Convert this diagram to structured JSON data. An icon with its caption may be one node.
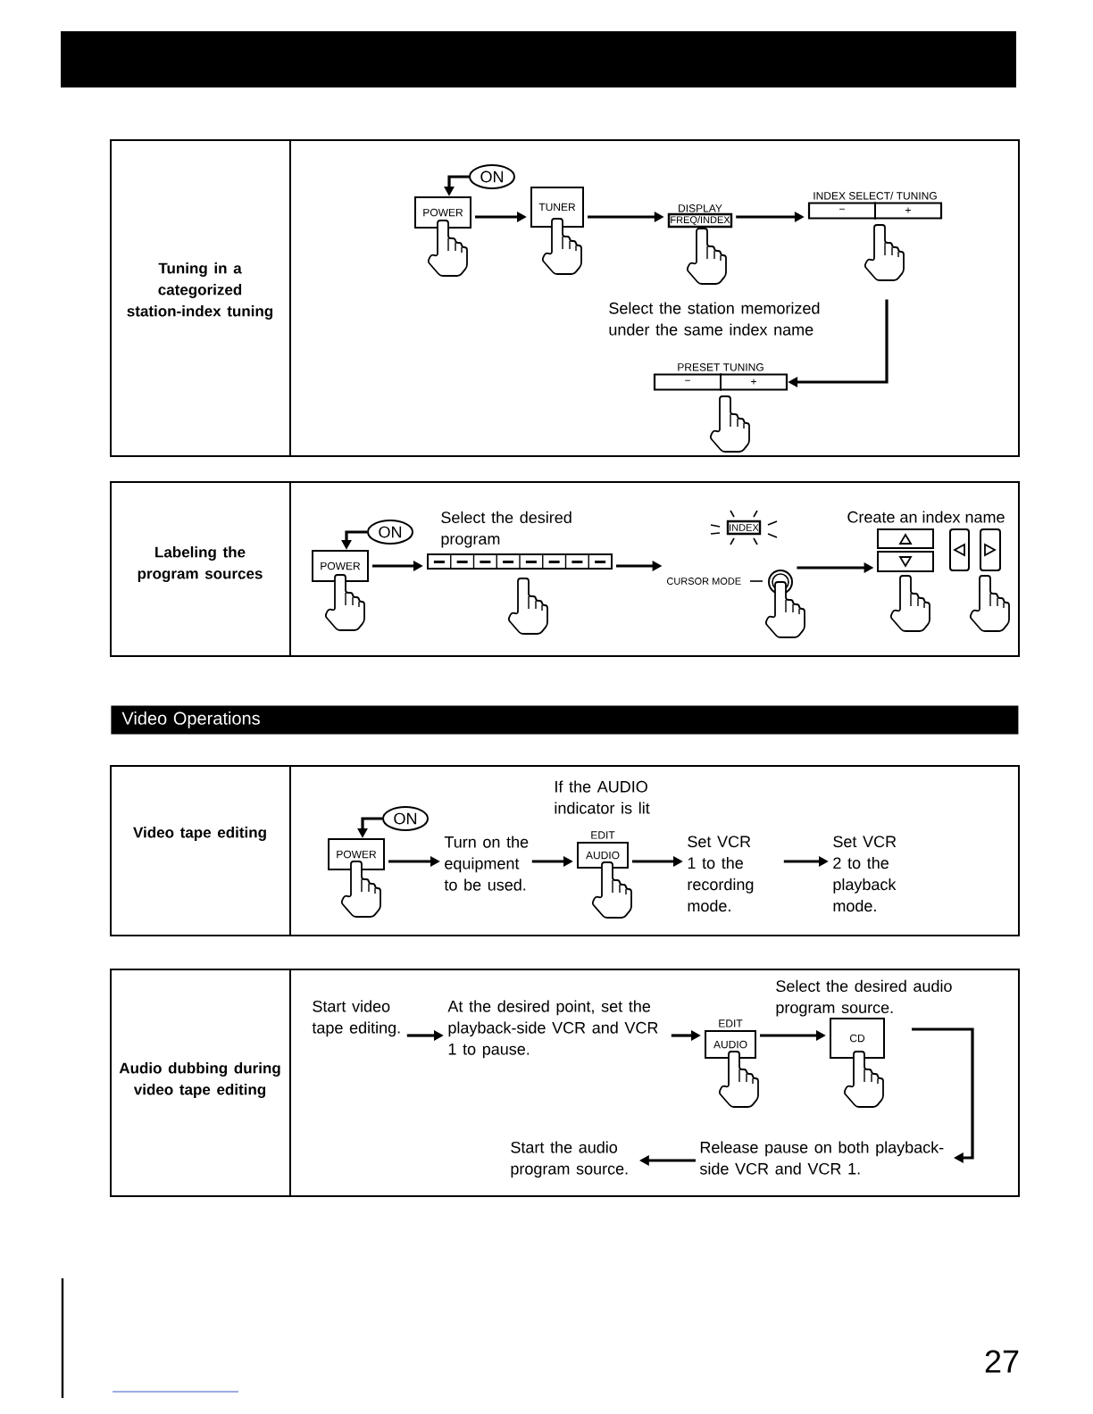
{
  "diagram": {
    "nodes": [
      {
        "text": [
          "ON"
        ]
      },
      {
        "text": [
          "POWER"
        ]
      },
      {
        "text": [
          "TUNER"
        ]
      },
      {
        "text": [
          "DISPLAY",
          "FREQ/INDEX"
        ]
      },
      {
        "text": [
          "INDEX SELECT/ TUNING",
          "−",
          "+"
        ]
      },
      {
        "text": [
          "PRESET TUNING",
          "−",
          "+"
        ]
      },
      {
        "text": [
          "ON"
        ]
      },
      {
        "text": [
          "POWER"
        ]
      },
      {
        "text": [
          "Select the desired program"
        ]
      },
      {
        "text": [
          "INDEX"
        ]
      },
      {
        "text": [
          "CURSOR MODE"
        ]
      },
      {
        "text": [],
        "shape": "box"
      },
      {
        "text": [],
        "shape": "box"
      },
      {
        "text": [
          "ON"
        ]
      },
      {
        "text": [
          "POWER"
        ]
      },
      {
        "text": [
          "Turn on the equipment to be used."
        ]
      },
      {
        "text": [
          "If the AUDIO indicator is lit",
          "EDIT",
          "AUDIO"
        ]
      },
      {
        "text": [
          "Set VCR 1 to the recording mode."
        ]
      },
      {
        "text": [
          "Set VCR 2 to the playback mode."
        ]
      },
      {
        "text": [
          "Start video tape editing."
        ]
      },
      {
        "text": [
          "At the desired point, set the playback-side VCR and VCR 1 to pause."
        ]
      },
      {
        "text": [
          "EDIT",
          "AUDIO"
        ]
      },
      {
        "text": [
          "Select the desired audio program source.",
          "CD"
        ]
      },
      {
        "text": [
          "Release pause on both playback-side VCR and VCR 1."
        ]
      },
      {
        "text": [
          "Start the audio program source."
        ]
      }
    ],
    "edges": [
      {
        "from": 0,
        "to": 1,
        "arrow": "to"
      },
      {
        "from": 1,
        "to": 2,
        "arrow": "to"
      },
      {
        "from": 2,
        "to": 3,
        "arrow": "to"
      },
      {
        "from": 3,
        "to": 4,
        "arrow": "to"
      },
      {
        "from": 4,
        "to": 5,
        "arrow": "to"
      },
      {
        "from": 6,
        "to": 7,
        "arrow": "to"
      },
      {
        "from": 7,
        "to": 8,
        "arrow": "to"
      },
      {
        "from": 8,
        "to": 10,
        "arrow": "to"
      },
      {
        "from": 10,
        "to": 11,
        "arrow": "to"
      },
      {
        "from": 13,
        "to": 14,
        "arrow": "to"
      },
      {
        "from": 14,
        "to": 15,
        "arrow": "to"
      },
      {
        "from": 15,
        "to": 16,
        "arrow": "to"
      },
      {
        "from": 16,
        "to": 17,
        "arrow": "to"
      },
      {
        "from": 17,
        "to": 18,
        "arrow": "to"
      },
      {
        "from": 19,
        "to": 20,
        "arrow": "to"
      },
      {
        "from": 20,
        "to": 21,
        "arrow": "to"
      },
      {
        "from": 21,
        "to": 22,
        "arrow": "to"
      },
      {
        "from": 22,
        "to": 23,
        "arrow": "to"
      },
      {
        "from": 23,
        "to": 24,
        "arrow": "to"
      }
    ],
    "labels": [
      "Tuning in a categorized station-index tuning",
      "Select the station memorized under the same index name",
      "Labeling the program sources",
      "Create an index name",
      "Video Operations",
      "Video tape editing",
      "Audio dubbing during video tape editing",
      "27"
    ]
  }
}
